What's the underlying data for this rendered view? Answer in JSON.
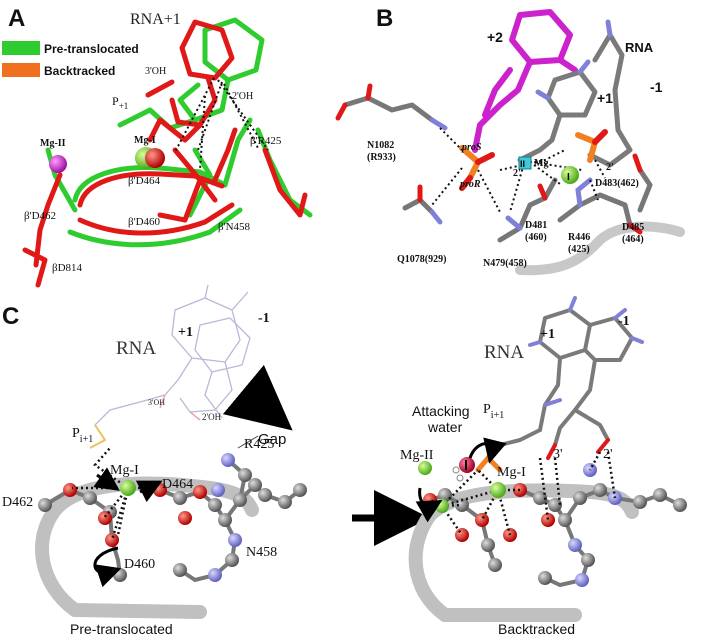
{
  "panels": {
    "A": {
      "letter": "A",
      "title": "RNA+1",
      "legend": [
        {
          "label": "Pre-translocated",
          "color": "#2fcc2f"
        },
        {
          "label": "Backtracked",
          "color": "#f07020"
        }
      ],
      "labels": {
        "oh3": "3'OH",
        "oh2": "2'OH",
        "p1_main": "P",
        "p1_sub": "+1",
        "mg2": "Mg-II",
        "mg1": "Mg-I",
        "r425": "β'R425",
        "d464": "β'D464",
        "d462": "β'D462",
        "d460": "β'D460",
        "n458": "β'N458",
        "d814": "βD814"
      }
    },
    "B": {
      "letter": "B",
      "labels": {
        "plus2": "+2",
        "rna": "RNA",
        "plus1": "+1",
        "minus1": "-1",
        "n1082": "N1082",
        "r933": "(R933)",
        "pros": "proS",
        "pror": "proR",
        "ii": "II",
        "mg": "Mg",
        "i": "I",
        "two_prime_a": "2'",
        "two_prime_b": "2'",
        "d483": "D483(462)",
        "d485a": "D485",
        "d485b": "(464)",
        "d481a": "D481",
        "d481b": "(460)",
        "r446a": "R446",
        "r446b": "(425)",
        "q1078": "Q1078(929)",
        "n479": "N479(458)"
      }
    },
    "C": {
      "letter": "C",
      "left": {
        "rna": "RNA",
        "plus1": "+1",
        "minus1": "-1",
        "oh3": "3'OH",
        "oh2": "2'OH",
        "gap": "Gap",
        "pi_main": "P",
        "pi_sub": "i+1",
        "mg1": "Mg-I",
        "d464": "D464",
        "r425": "R425",
        "d462": "D462",
        "n458": "N458",
        "d460": "D460",
        "caption": "Pre-translocated"
      },
      "right": {
        "attacking_1": "Attacking",
        "attacking_2": "water",
        "pi_main": "P",
        "pi_sub": "i+1",
        "rna": "RNA",
        "plus1": "+1",
        "minus1": "-1",
        "mg2": "Mg-II",
        "mg1": "Mg-I",
        "three_prime": "3'",
        "two_prime": "2'",
        "caption": "Backtracked"
      }
    }
  },
  "colors": {
    "pre_translocated": "#2fcc2f",
    "backtracked_red": "#e01818",
    "mg_magenta": "#d020d0",
    "mg_green": "#66cc22",
    "atom_oxygen": "#dd1111",
    "atom_nitrogen": "#8080d8",
    "atom_carbon": "#777777",
    "backbone": "#c8c8c8",
    "nucleotide_magenta": "#cc22cc",
    "phosphate_orange": "#f08020",
    "water_red": "#cc1144"
  }
}
